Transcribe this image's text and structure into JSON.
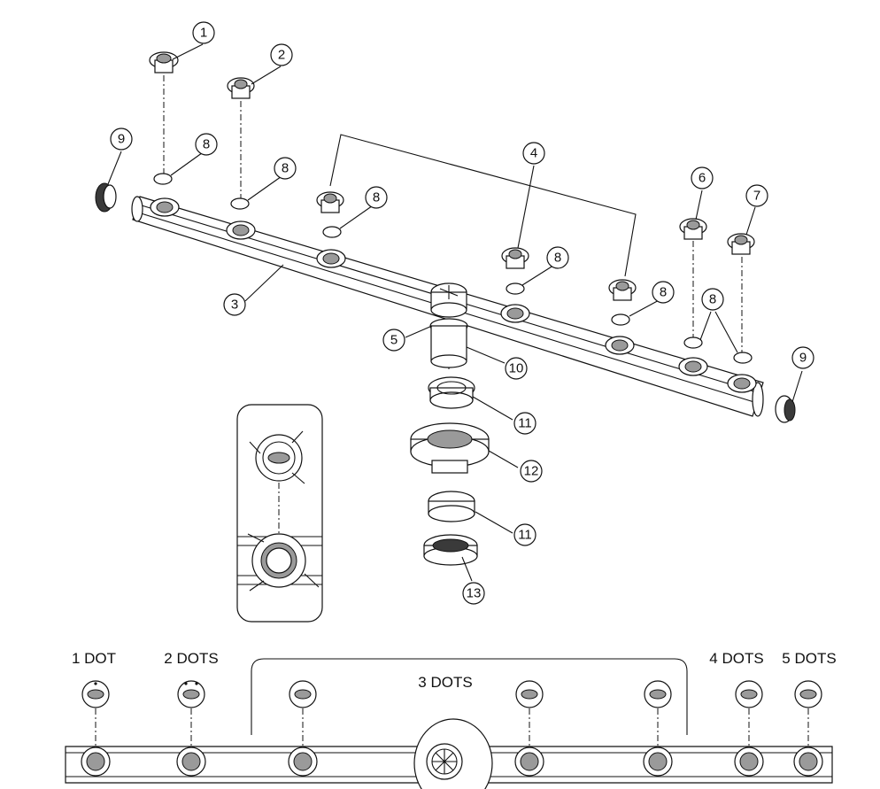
{
  "callouts": {
    "c1": "1",
    "c2": "2",
    "c3": "3",
    "c4": "4",
    "c5": "5",
    "c6": "6",
    "c7": "7",
    "c8a": "8",
    "c8b": "8",
    "c8c": "8",
    "c8d": "8",
    "c8e": "8",
    "c8f": "8",
    "c9a": "9",
    "c9b": "9",
    "c10": "10",
    "c11a": "11",
    "c12": "12",
    "c11b": "11",
    "c13": "13"
  },
  "nozzle_labels": {
    "dot1": "1 DOT",
    "dot2": "2 DOTS",
    "dot3": "3 DOTS",
    "dot4": "4 DOTS",
    "dot5": "5 DOTS"
  },
  "colors": {
    "line": "#111111",
    "shade": "#9a9a9a",
    "dark": "#3a3a3a",
    "background": "#ffffff"
  }
}
